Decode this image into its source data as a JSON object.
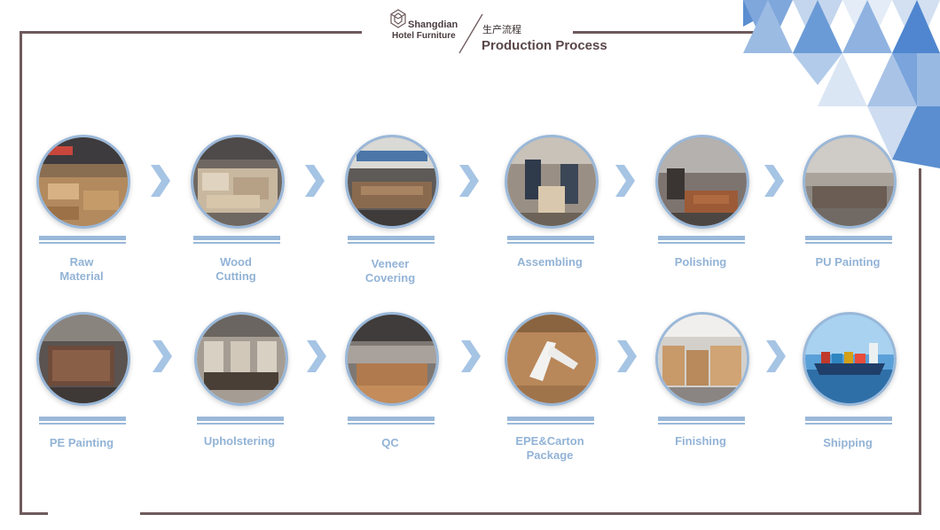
{
  "header": {
    "brand_name": "Shangdian",
    "brand_sub": "Hotel Furniture",
    "title_cn": "生产流程",
    "title_en": "Production Process"
  },
  "steps": [
    {
      "label": "Raw\nMaterial",
      "photo": "raw-material-photo"
    },
    {
      "label": "Wood\nCutting",
      "photo": "wood-cutting-photo"
    },
    {
      "label": "Veneer\nCovering",
      "photo": "veneer-covering-photo"
    },
    {
      "label": "Assembling",
      "photo": "assembling-photo"
    },
    {
      "label": "Polishing",
      "photo": "polishing-photo"
    },
    {
      "label": "PU Painting",
      "photo": "pu-painting-photo"
    },
    {
      "label": "PE Painting",
      "photo": "pe-painting-photo"
    },
    {
      "label": "Upholstering",
      "photo": "upholstering-photo"
    },
    {
      "label": "QC",
      "photo": "qc-photo"
    },
    {
      "label": "EPE&Carton\nPackage",
      "photo": "epe-carton-package-photo"
    },
    {
      "label": "Finishing",
      "photo": "finishing-photo"
    },
    {
      "label": "Shipping",
      "photo": "shipping-photo"
    }
  ],
  "colors": {
    "accent_blue": "#9ab8d9",
    "label_blue": "#92b3d6",
    "arrow_blue": "#a6c4e4",
    "frame": "#6e5a5c",
    "title": "#5a4648"
  },
  "icons": {
    "logo": "hexagon-logo-icon",
    "arrow": "chevron-right-icon"
  }
}
